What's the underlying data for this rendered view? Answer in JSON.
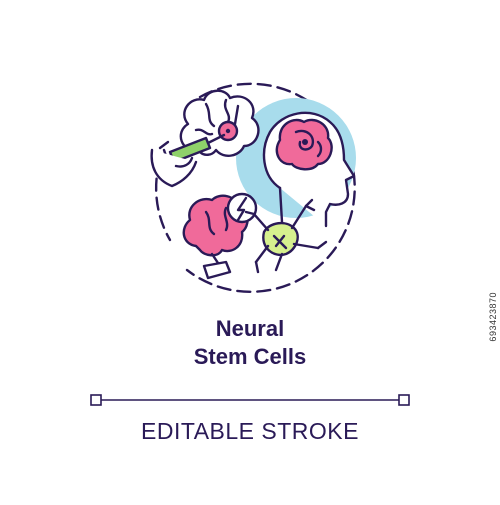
{
  "title": {
    "line1": "Neural",
    "line2": "Stem Cells"
  },
  "footer": {
    "label": "EDITABLE STROKE"
  },
  "watermark": {
    "id": "693423870"
  },
  "icons": {
    "brain_stimulation": "brain-with-syringe-icon",
    "head_profile": "human-head-brain-icon",
    "damaged_brain": "brain-lightning-icon",
    "neuron": "neuron-cell-icon",
    "hand": "hand-holding-syringe-icon"
  },
  "colors": {
    "outline": "#2a1a57",
    "brain_pink": "#f06a9a",
    "circle_blue": "#a8dcec",
    "syringe_green": "#8fd16a",
    "neuron_green": "#d6f08e"
  }
}
